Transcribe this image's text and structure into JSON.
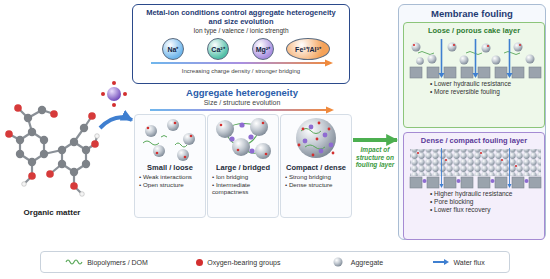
{
  "diagram": {
    "nodes": [
      {
        "text": [
          "Organic matter"
        ]
      },
      {
        "text": [
          "Metal-ion conditions control aggregate heterogeneity and size evolution",
          "Ion type / valence / ionic strength",
          "Increasing charge density / stronger bridging"
        ]
      },
      {
        "text": [
          "Na⁺"
        ],
        "in": 1
      },
      {
        "text": [
          "Ca²⁺"
        ],
        "in": 1
      },
      {
        "text": [
          "Mg²⁺"
        ],
        "in": 1
      },
      {
        "text": [
          "Fe³⁺/Al³⁺"
        ],
        "in": 1
      },
      {
        "text": [
          "Aggregate heterogeneity",
          "Size / structure evolution"
        ]
      },
      {
        "text": [
          "Small / loose",
          "• Weak interactions",
          "• Open structure"
        ],
        "in": 6
      },
      {
        "text": [
          "Large / bridged",
          "• Ion bridging",
          "• Intermediate compactness"
        ],
        "in": 6
      },
      {
        "text": [
          "Compact / dense",
          "• Strong bridging",
          "• Dense structure"
        ],
        "in": 6
      },
      {
        "text": [
          "Membrane fouling"
        ]
      },
      {
        "text": [
          "Loose / porous cake layer",
          "• Lower hydraulic resistance",
          "• More reversible fouling"
        ],
        "in": 10
      },
      {
        "text": [
          "Dense / compact fouling layer",
          "• Higher hydraulic resistance",
          "• Pore blocking",
          "• Lower flux recovery"
        ],
        "in": 10
      }
    ],
    "edges": [
      {
        "from": 0,
        "to": 6,
        "arrow": "to"
      },
      {
        "from": 6,
        "to": 10,
        "label": "Impact of structure on fouling layer",
        "arrow": "to"
      }
    ],
    "legend": [
      {
        "text": "Biopolymers / DOM"
      },
      {
        "text": "Oxygen-bearing groups",
        "color": "#d32f2f"
      },
      {
        "text": "Aggregate"
      },
      {
        "text": "Water flux"
      }
    ]
  }
}
